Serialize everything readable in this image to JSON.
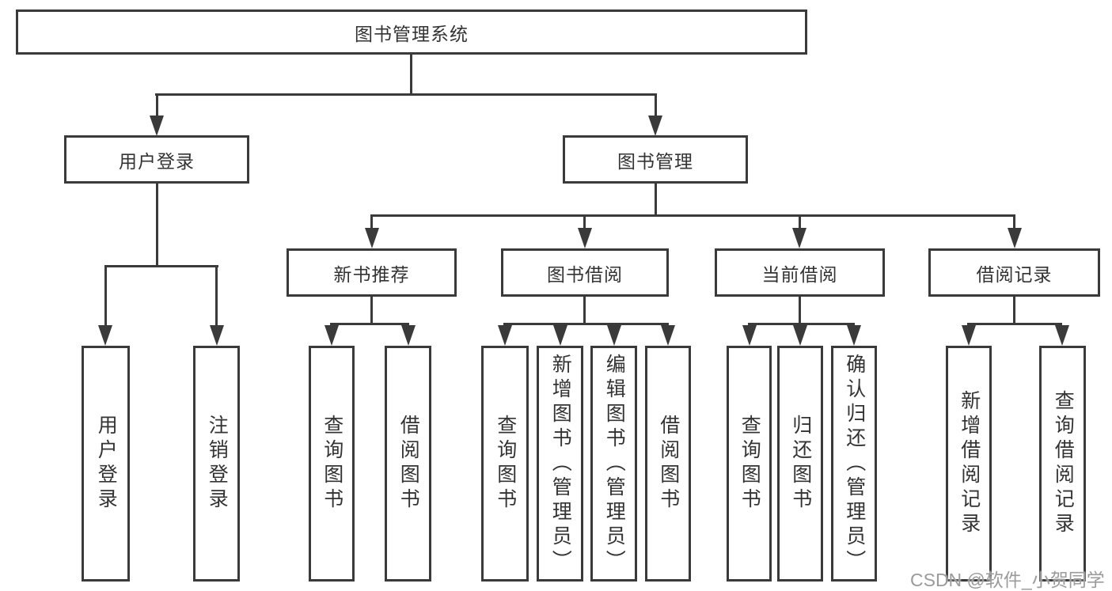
{
  "diagram": {
    "title": "图书管理系统",
    "root": {
      "label": "图书管理系统"
    },
    "branches": [
      {
        "label": "用户登录",
        "children": [
          "用户登录",
          "注销登录"
        ]
      },
      {
        "label": "图书管理",
        "children": [
          {
            "label": "新书推荐",
            "children": [
              "查询图书",
              "借阅图书"
            ]
          },
          {
            "label": "图书借阅",
            "children": [
              "查询图书",
              "新增图书（管理员）",
              "编辑图书（管理员）",
              "借阅图书"
            ]
          },
          {
            "label": "当前借阅",
            "children": [
              "查询图书",
              "归还图书",
              "确认归还（管理员）"
            ]
          },
          {
            "label": "借阅记录",
            "children": [
              "新增借阅记录",
              "查询借阅记录"
            ]
          }
        ]
      }
    ],
    "watermark": "CSDN @软件_小贺同学",
    "colors": {
      "line": "#3a3a3a",
      "text": "#333333",
      "watermark": "#9b9b9b",
      "background": "#ffffff"
    }
  }
}
